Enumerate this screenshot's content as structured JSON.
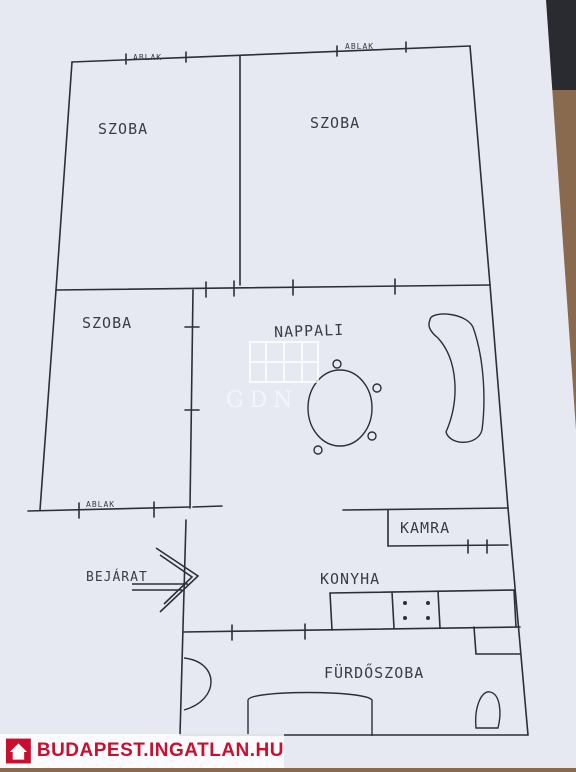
{
  "colors": {
    "paper": "#e7e9f2",
    "ink": "#2c2f3a",
    "background": "#8a6a4e",
    "brand": "#c8102e"
  },
  "plan": {
    "rooms": {
      "szoba_1": "SZOBA",
      "szoba_2": "SZOBA",
      "szoba_3": "SZOBA",
      "nappali": "NAPPALI",
      "kamra": "KAMRA",
      "konyha": "KONYHA",
      "furdoszoba": "FÜRDŐSZOBA"
    },
    "windows": {
      "w1": "ABLAK",
      "w2": "ABLAK",
      "w3": "ABLAK"
    },
    "entrance": "BEJÁRAT"
  },
  "watermark": "GDN",
  "footer": {
    "brand_text": "BUDAPEST.INGATLAN.HU",
    "icon": "house-logo-icon"
  }
}
